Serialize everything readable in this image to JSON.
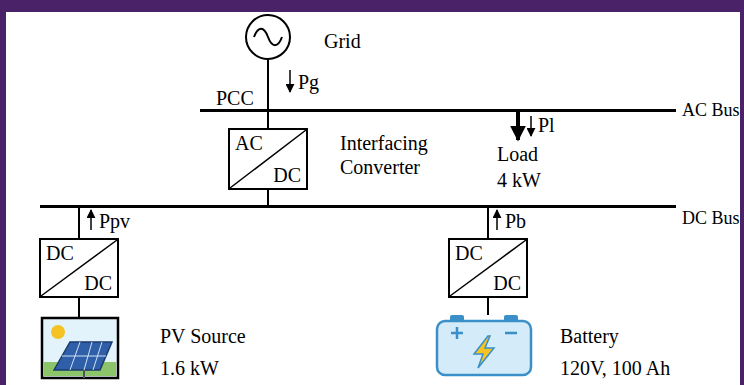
{
  "diagram": {
    "nodes": [
      {
        "text": [
          "Grid"
        ]
      },
      {
        "text": [
          "AC Bus"
        ]
      },
      {
        "text": [
          "AC",
          "DC",
          "Interfacing Converter"
        ]
      },
      {
        "text": [
          "DC Bus"
        ]
      },
      {
        "text": [
          "DC",
          "DC"
        ]
      },
      {
        "text": [
          "DC",
          "DC"
        ]
      },
      {
        "text": [
          "PV Source",
          "1.6 kW"
        ]
      },
      {
        "text": [
          "Battery",
          "120V, 100 Ah"
        ]
      }
    ],
    "edges": [
      {
        "from": 0,
        "to": 1,
        "arrow": "none",
        "label": "Pg"
      },
      {
        "from": 1,
        "to": 2,
        "arrow": "none"
      },
      {
        "from": 2,
        "to": 3,
        "arrow": "none"
      },
      {
        "from": 4,
        "to": 3,
        "arrow": "none",
        "label": "Ppv"
      },
      {
        "from": 5,
        "to": 3,
        "arrow": "none",
        "label": "Pb"
      },
      {
        "from": 6,
        "to": 4,
        "arrow": "none"
      },
      {
        "from": 7,
        "to": 5,
        "arrow": "none"
      }
    ],
    "labels": [
      "PCC",
      "Pl",
      "Load",
      "4 kW"
    ]
  }
}
